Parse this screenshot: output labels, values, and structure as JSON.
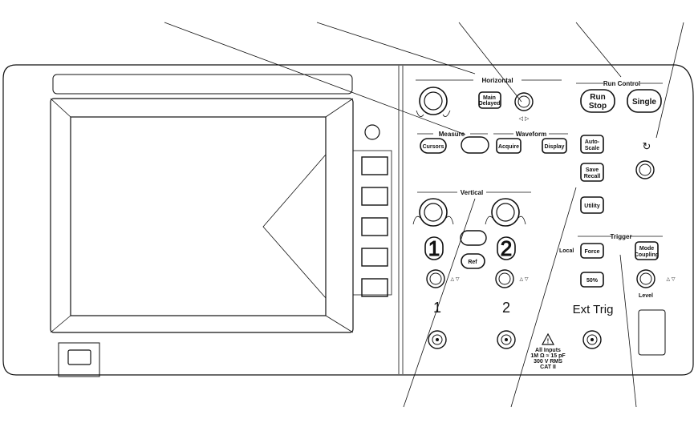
{
  "horizontal": {
    "title": "Horizontal",
    "main_button": {
      "line1": "Main",
      "line2": "Delayed"
    },
    "nudge_arrows": "◁ ▷"
  },
  "run_control": {
    "title": "Run Control",
    "run_stop": {
      "line1": "Run",
      "line2": "Stop"
    },
    "single": "Single"
  },
  "measure": {
    "title": "Measure",
    "cursors": "Cursors"
  },
  "waveform": {
    "title": "Waveform",
    "acquire": "Acquire",
    "display": "Display"
  },
  "utilities": {
    "autoscale": {
      "line1": "Auto-",
      "line2": "Scale"
    },
    "save_recall": {
      "line1": "Save",
      "line2": "Recall"
    },
    "utility": "Utility"
  },
  "entry_knob_symbol": "↻",
  "vertical": {
    "title": "Vertical",
    "ch1_number": "1",
    "ch2_number": "2",
    "ref": "Ref",
    "arrows": "△ ▽"
  },
  "trigger": {
    "title": "Trigger",
    "local": "Local",
    "force": "Force",
    "mode": {
      "line1": "Mode",
      "line2": "Coupling"
    },
    "fifty_pct": "50%",
    "level": "Level",
    "arrows": "△ ▽"
  },
  "inputs": {
    "ch1": "1",
    "ch2": "2",
    "ext_trig": "Ext Trig",
    "warning": [
      "All Inputs",
      "1M Ω ≈ 15 pF",
      "300 V RMS",
      "CAT II"
    ]
  }
}
